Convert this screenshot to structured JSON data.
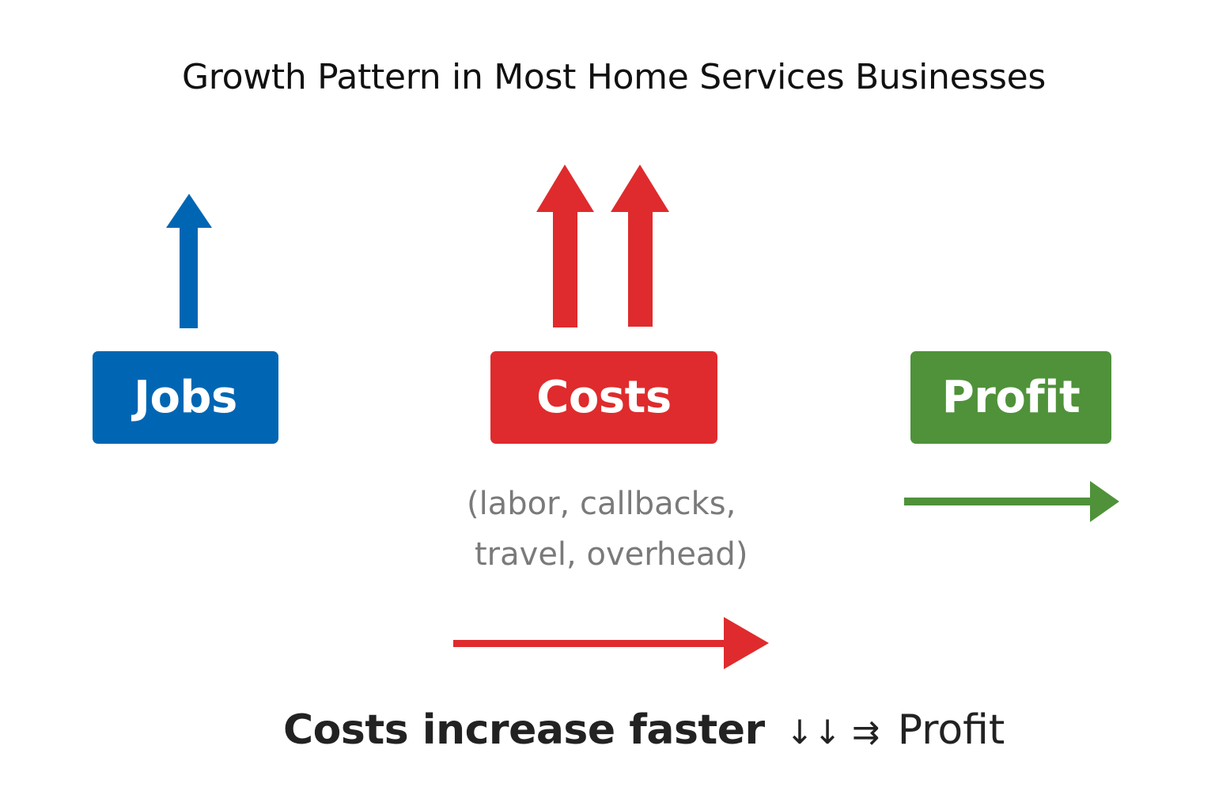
{
  "title": "Growth Pattern in Most Home Services Businesses",
  "colors": {
    "jobs": "#0066b3",
    "costs": "#df2b2d",
    "profit": "#4f923a",
    "subtext": "#7a7a7a",
    "text": "#222222"
  },
  "nodes": {
    "jobs": {
      "label": "Jobs",
      "indicator": "single-up-arrow"
    },
    "costs": {
      "label": "Costs",
      "indicator": "double-up-arrow",
      "detail_line1": "(labor, callbacks,",
      "detail_line2": "travel, overhead)"
    },
    "profit": {
      "label": "Profit",
      "indicator": "flat-right-arrow"
    }
  },
  "connector": {
    "type": "right-arrow",
    "color": "#df2b2d"
  },
  "conclusion": {
    "text": "Costs increase faster",
    "symbols": "↓↓ ⇉",
    "result": "Profit"
  }
}
